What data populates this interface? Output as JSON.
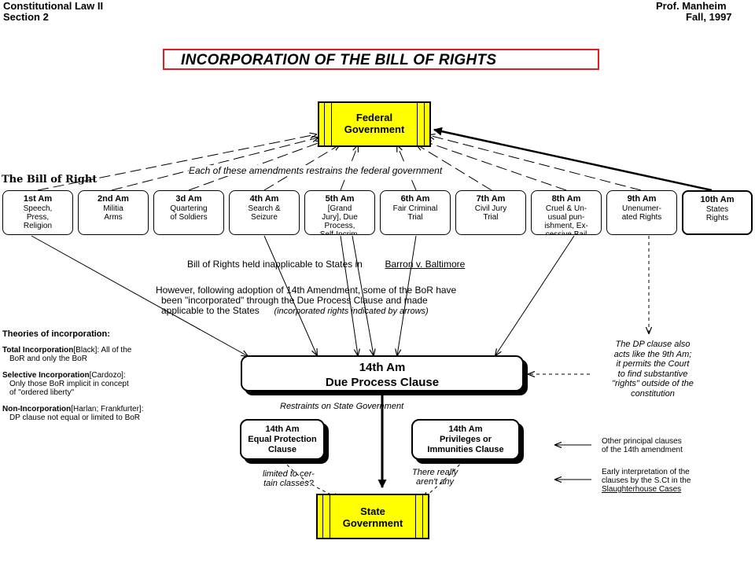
{
  "header": {
    "course": "Constitutional Law II",
    "section": "Section 2",
    "professor": "Prof. Manheim",
    "term": "Fall, 1997"
  },
  "title": "INCORPORATION OF THE BILL OF RIGHTS",
  "federal": {
    "line1": "Federal",
    "line2": "Government"
  },
  "state": {
    "line1": "State",
    "line2": "Government"
  },
  "bill_of_rights_label": "The Bill of Right",
  "restrains_federal": "Each of these amendments restrains the federal government",
  "amendments": [
    {
      "name": "1st Am",
      "desc": "Speech,\nPress,\nReligion"
    },
    {
      "name": "2nd Am",
      "desc": "Militia\nArms"
    },
    {
      "name": "3d Am",
      "desc": "Quartering\nof Soldiers"
    },
    {
      "name": "4th Am",
      "desc": "Search &\nSeizure"
    },
    {
      "name": "5th Am",
      "desc": "[Grand\nJury], Due\nProcess,\nSelf-Incrim,"
    },
    {
      "name": "6th Am",
      "desc": "Fair Criminal\nTrial"
    },
    {
      "name": "7th Am",
      "desc": "Civil Jury\nTrial"
    },
    {
      "name": "8th Am",
      "desc": "Cruel & Un-\nusual pun-\nishment, Ex-\ncessive Bail"
    },
    {
      "name": "9th Am",
      "desc": "Unenumer-\nated Rights"
    },
    {
      "name": "10th Am",
      "desc": "States\nRights"
    }
  ],
  "barron": {
    "text": "Bill of Rights held inapplicable to States in",
    "case": "Barron v. Baltimore"
  },
  "however": {
    "line1": "However, following adoption of 14th Amendment, some of the BoR have",
    "line2": "been \"incorporated\" through the Due Process Clause and made",
    "line3": "applicable to the States",
    "line3_note": "(incorporated rights indicated by arrows)"
  },
  "theories": {
    "heading": "Theories of incorporation:",
    "total": {
      "label": "Total Incorporation",
      "who": "[Black]:",
      "text1": "All of the",
      "text2": "BoR and only the BoR"
    },
    "selective": {
      "label": "Selective Incorporation",
      "who": "[Cardozo]:",
      "text1": "Only those BoR implicit in concept",
      "text2": "of  \"ordered liberty\""
    },
    "non": {
      "label": "Non-Incorporation",
      "who": "[Harlan; Frankfurter]:",
      "text1": "DP clause not equal or limited to BoR"
    }
  },
  "due_process": {
    "line1": "14th Am",
    "line2": "Due Process Clause"
  },
  "dp_note": {
    "line1": "The DP clause also",
    "line2": "acts like the 9th Am;",
    "line3": "it permits the Court",
    "line4": "to find substantive",
    "line5": "\"rights\" outside of the",
    "line6": "constitution"
  },
  "restraints_state": "Restraints on State Government",
  "equal_protection": {
    "line1": "14th Am",
    "line2": "Equal Protection",
    "line3": "Clause"
  },
  "privileges": {
    "line1": "14th Am",
    "line2": "Privileges or",
    "line3": "Immunities Clause"
  },
  "limited": {
    "line1": "limited to cer-",
    "line2": "tain classes?"
  },
  "there_really": {
    "line1": "There really",
    "line2": "aren't any"
  },
  "other_clauses": {
    "line1": "Other principal clauses",
    "line2": "of the 14th amendment"
  },
  "early_interp": {
    "line1": "Early interpretation of the",
    "line2": "clauses by the S.Ct in the",
    "line3": "Slaughterhouse Cases"
  }
}
